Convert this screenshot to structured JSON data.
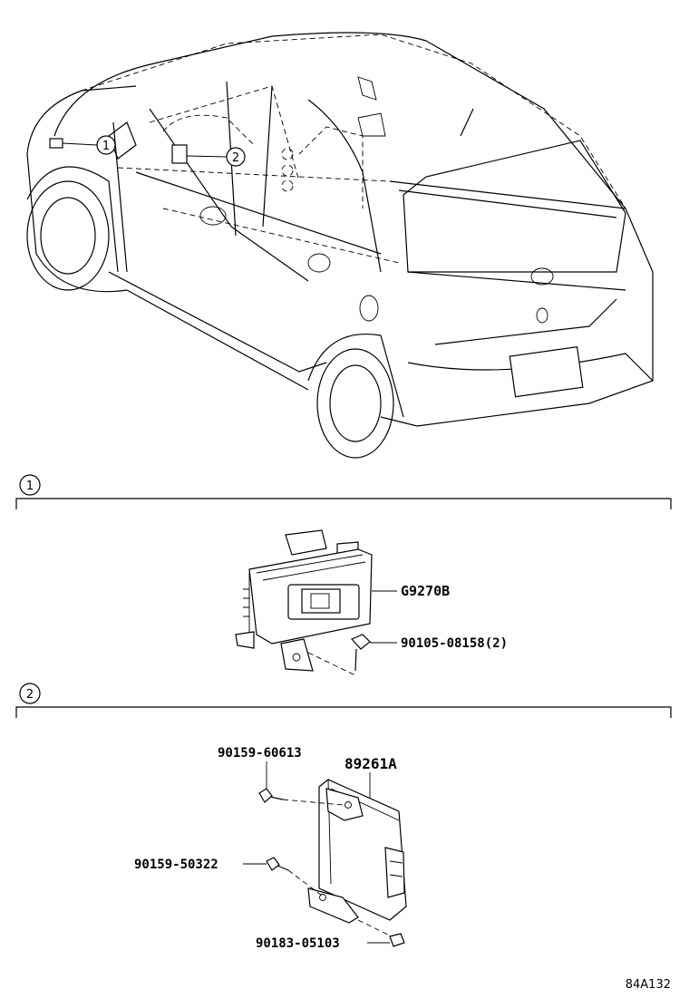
{
  "overview": {
    "callouts": [
      {
        "id": "1"
      },
      {
        "id": "2"
      }
    ]
  },
  "sections": [
    {
      "marker": "1",
      "parts": [
        {
          "number": "G9270B"
        },
        {
          "number": "90105-08158(2)"
        }
      ]
    },
    {
      "marker": "2",
      "parts": [
        {
          "number": "90159-60613"
        },
        {
          "number": "89261A"
        },
        {
          "number": "90159-50322"
        },
        {
          "number": "90183-05103"
        }
      ]
    }
  ],
  "diagram_code": "84A132"
}
